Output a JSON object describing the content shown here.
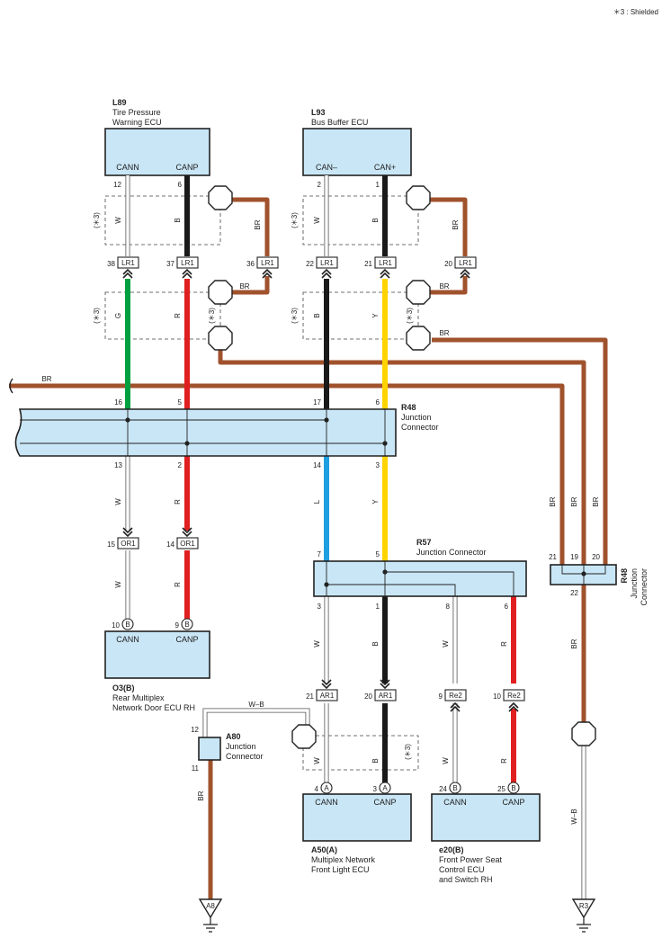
{
  "note": "＊3 : Shielded",
  "shield_mark": "(＊3)",
  "colors": {
    "BR": "#a0522d",
    "B": "#1a1a1a",
    "R": "#e02020",
    "G": "#00a040",
    "Y": "#ffd400",
    "L": "#1ea0e0",
    "W": "#ffffff",
    "box_fill": "#c9e6f6"
  },
  "components": {
    "L89": {
      "code": "L89",
      "name1": "Tire Pressure",
      "name2": "Warning ECU",
      "pin_a": "CANN",
      "pin_b": "CANP"
    },
    "L93": {
      "code": "L93",
      "name1": "Bus Buffer ECU",
      "pin_a": "CAN–",
      "pin_b": "CAN+"
    },
    "R48_top": {
      "code": "R48",
      "name1": "Junction",
      "name2": "Connector"
    },
    "R57": {
      "code": "R57",
      "name1": "Junction Connector"
    },
    "R48_right": {
      "code": "R48",
      "name1": "Junction",
      "name2": "Connector"
    },
    "O3B": {
      "code": "O3(B)",
      "name1": "Rear Multiplex",
      "name2": "Network Door ECU RH",
      "pin_a": "CANN",
      "pin_b": "CANP"
    },
    "A80": {
      "code": "A80",
      "name1": "Junction",
      "name2": "Connector"
    },
    "A50A": {
      "code": "A50(A)",
      "name1": "Multiplex Network",
      "name2": "Front Light ECU",
      "pin_a": "CANN",
      "pin_b": "CANP"
    },
    "e20B": {
      "code": "e20(B)",
      "name1": "Front Power Seat",
      "name2": "Control ECU",
      "name3": "and Switch RH",
      "pin_a": "CANN",
      "pin_b": "CANP"
    }
  },
  "connectors": {
    "LR1": "LR1",
    "OR1": "OR1",
    "AR1": "AR1",
    "Re2": "Re2",
    "A": "A",
    "B": "B"
  },
  "grounds": {
    "A8": "A8",
    "R3": "R3"
  },
  "wires": {
    "W": "W",
    "B": "B",
    "BR": "BR",
    "G": "G",
    "R": "R",
    "Y": "Y",
    "L": "L",
    "WB": "W–B"
  },
  "pins": {
    "p12": "12",
    "p6": "6",
    "p2": "2",
    "p1": "1",
    "p38": "38",
    "p37": "37",
    "p36": "36",
    "p22": "22",
    "p21": "21",
    "p20": "20",
    "p16": "16",
    "p5": "5",
    "p17": "17",
    "p6b": "6",
    "p13": "13",
    "p2b": "2",
    "p14": "14",
    "p3": "3",
    "p15": "15",
    "p14b": "14",
    "p10": "10",
    "p9": "9",
    "p7": "7",
    "p5b": "5",
    "p3b": "3",
    "p1b": "1",
    "p8": "8",
    "p6c": "6",
    "p21b": "21",
    "p19": "19",
    "p20b": "20",
    "p22b": "22",
    "p21c": "21",
    "p20c": "20",
    "p9b": "9",
    "p10b": "10",
    "p12b": "12",
    "p11": "11",
    "p4": "4",
    "p3c": "3",
    "p24": "24",
    "p25": "25"
  }
}
